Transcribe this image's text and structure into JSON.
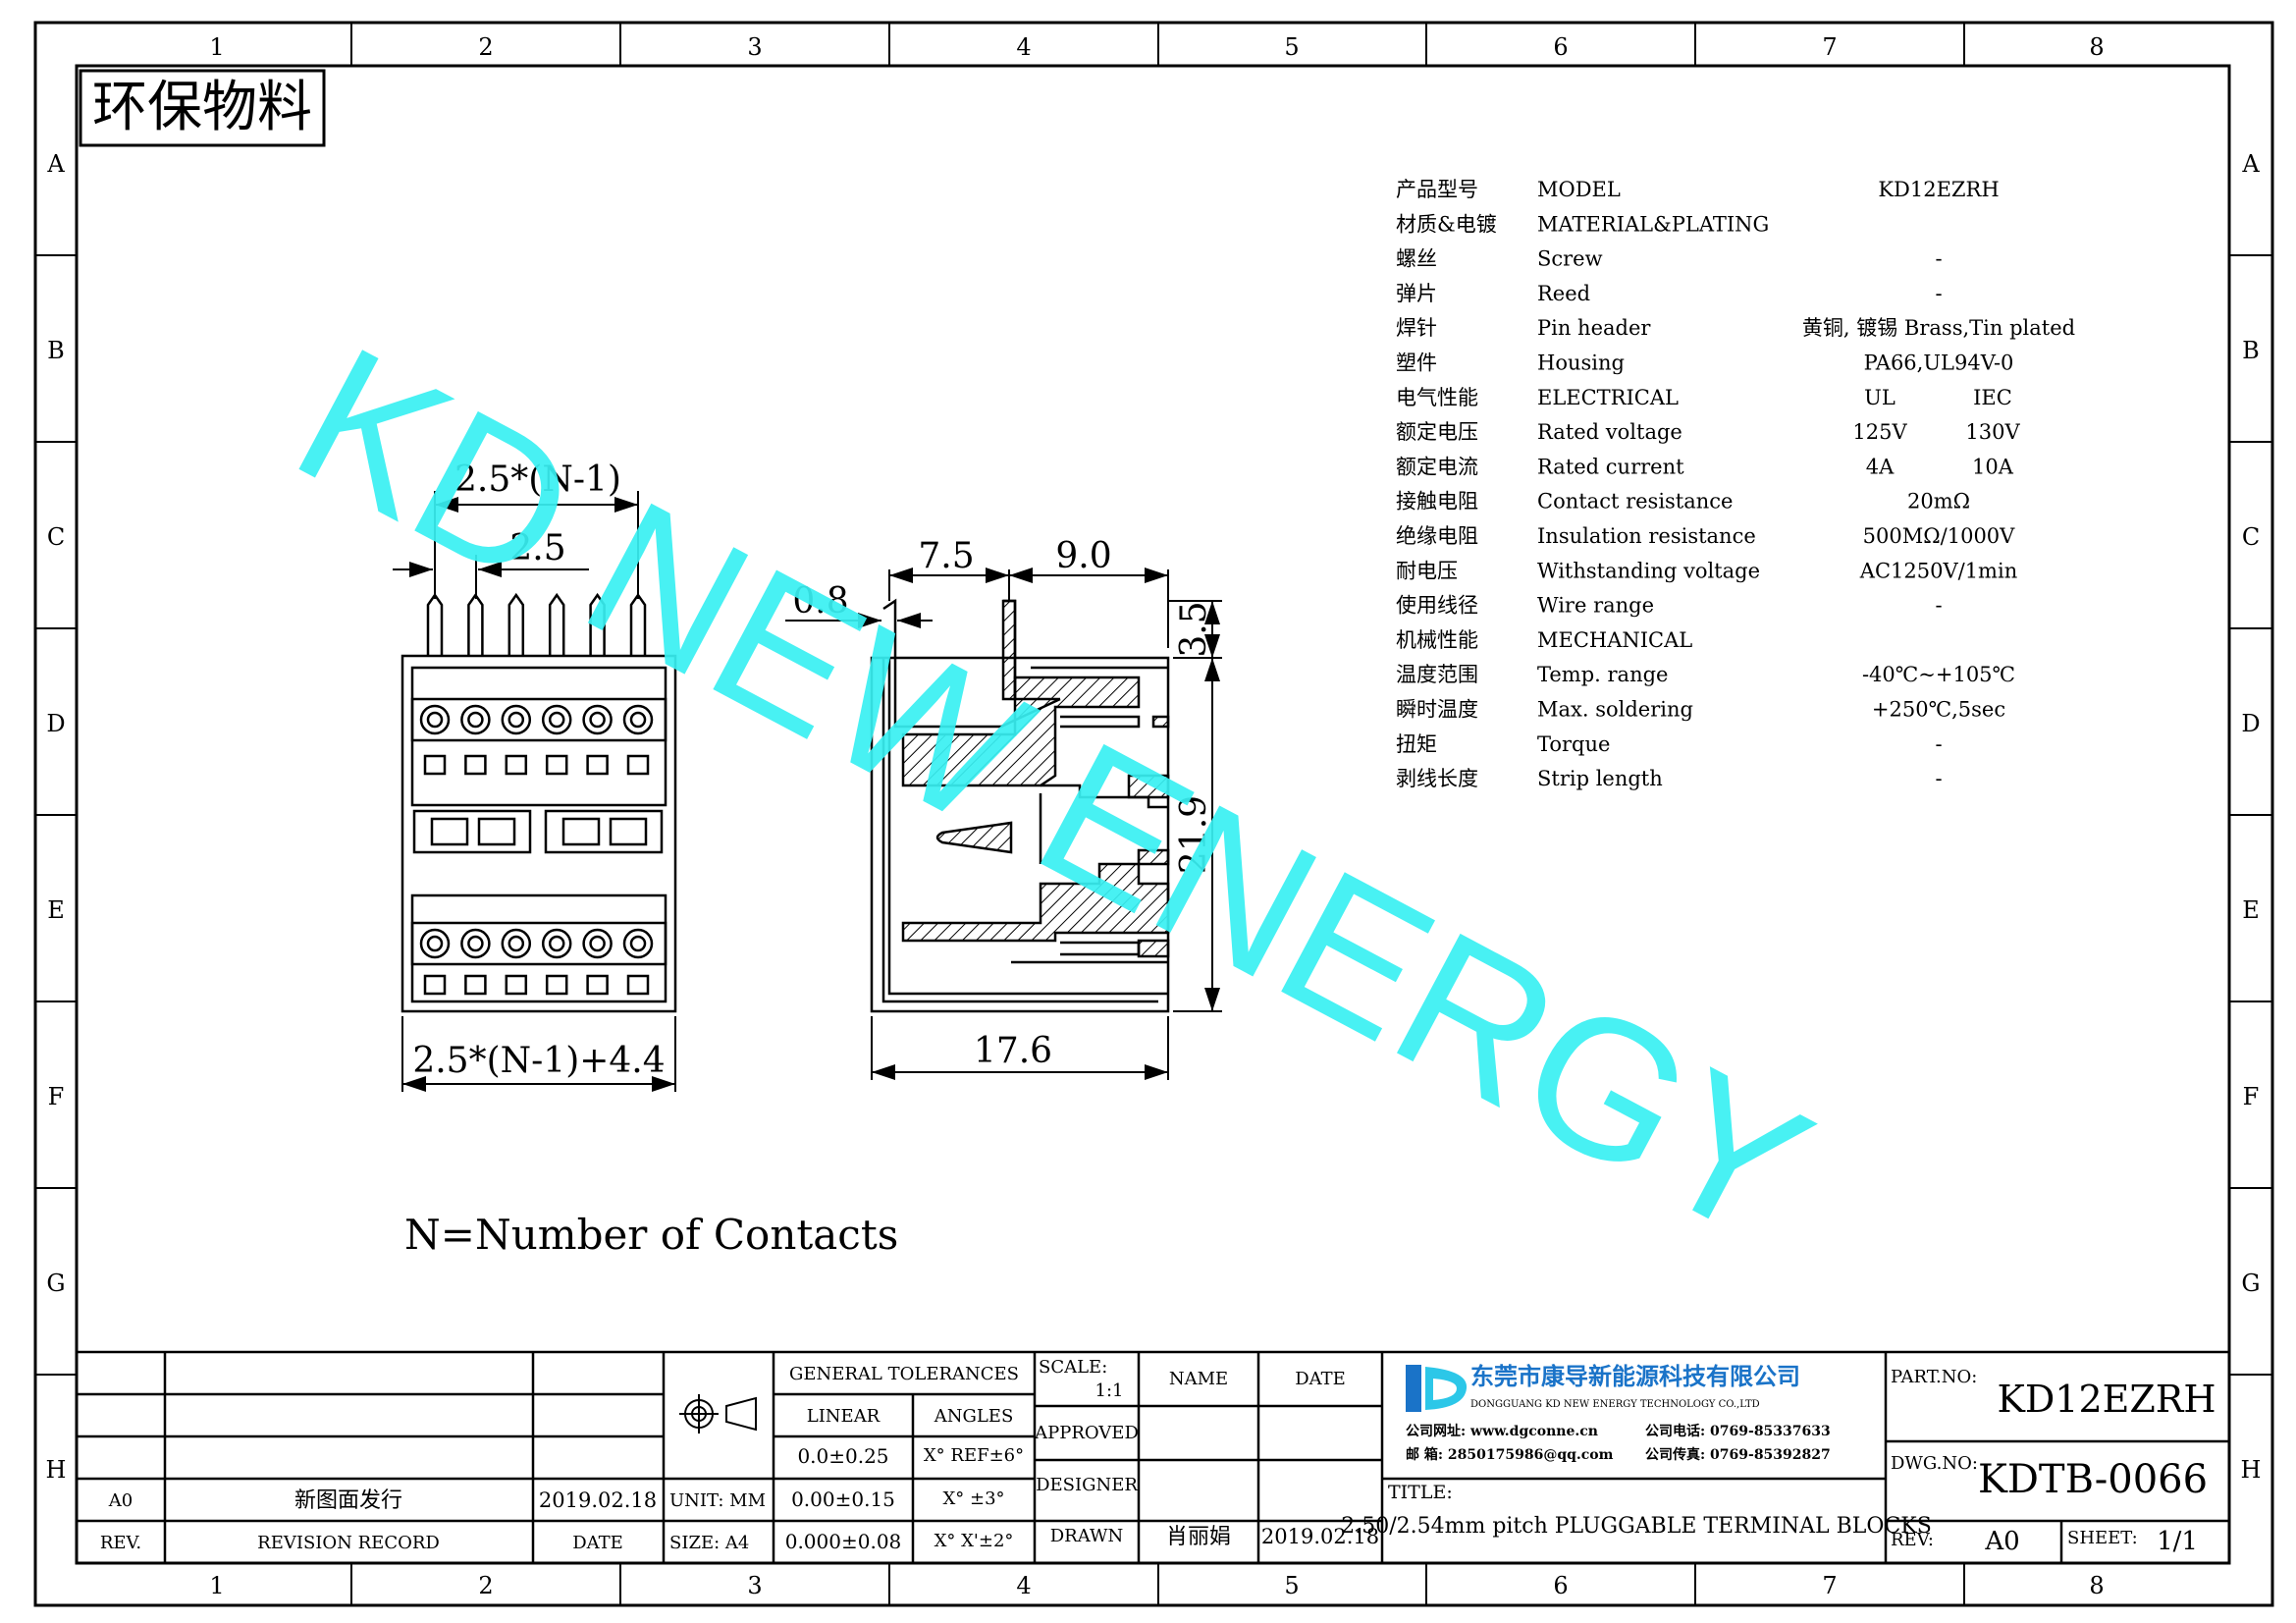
{
  "eco_label": "环保物料",
  "watermark": "KD NEW ENERGY",
  "border": {
    "cols": [
      "1",
      "2",
      "3",
      "4",
      "5",
      "6",
      "7",
      "8"
    ],
    "rows": [
      "A",
      "B",
      "C",
      "D",
      "E",
      "F",
      "G",
      "H"
    ]
  },
  "spec": {
    "model_value": "KD12EZRH",
    "rows": [
      {
        "cn": "产品型号",
        "en": "MODEL",
        "v1": "KD12EZRH",
        "v2": ""
      },
      {
        "cn": "材质&电镀",
        "en": "MATERIAL&PLATING",
        "v1": "",
        "v2": ""
      },
      {
        "cn": "螺丝",
        "en": "Screw",
        "v1": "-",
        "v2": ""
      },
      {
        "cn": "弹片",
        "en": "Reed",
        "v1": "-",
        "v2": ""
      },
      {
        "cn": "焊针",
        "en": "Pin header",
        "v1": "黄铜, 镀锡 Brass,Tin plated",
        "v2": ""
      },
      {
        "cn": "塑件",
        "en": "Housing",
        "v1": "PA66,UL94V-0",
        "v2": ""
      },
      {
        "cn": "电气性能",
        "en": "ELECTRICAL",
        "v1": "UL",
        "v2": "IEC"
      },
      {
        "cn": "额定电压",
        "en": "Rated voltage",
        "v1": "125V",
        "v2": "130V"
      },
      {
        "cn": "额定电流",
        "en": "Rated current",
        "v1": "4A",
        "v2": "10A"
      },
      {
        "cn": "接触电阻",
        "en": "Contact resistance",
        "v1": "20mΩ",
        "v2": ""
      },
      {
        "cn": "绝缘电阻",
        "en": "Insulation resistance",
        "v1": "500MΩ/1000V",
        "v2": ""
      },
      {
        "cn": "耐电压",
        "en": "Withstanding voltage",
        "v1": "AC1250V/1min",
        "v2": ""
      },
      {
        "cn": "使用线径",
        "en": "Wire range",
        "v1": "-",
        "v2": ""
      },
      {
        "cn": "机械性能",
        "en": "MECHANICAL",
        "v1": "",
        "v2": ""
      },
      {
        "cn": "温度范围",
        "en": "Temp. range",
        "v1": "-40℃~+105℃",
        "v2": ""
      },
      {
        "cn": "瞬时温度",
        "en": "Max. soldering",
        "v1": "+250℃,5sec",
        "v2": ""
      },
      {
        "cn": "扭矩",
        "en": "Torque",
        "v1": "-",
        "v2": ""
      },
      {
        "cn": "剥线长度",
        "en": "Strip length",
        "v1": "-",
        "v2": ""
      }
    ]
  },
  "dims": {
    "pitch_span": "2.5*(N-1)",
    "pitch": "2.5",
    "body_width": "2.5*(N-1)+4.4",
    "pin_width": "0.8",
    "side_a": "7.5",
    "side_b": "9.0",
    "pin_height": "3.5",
    "body_height": "21.9",
    "depth": "17.6"
  },
  "note": "N=Number of Contacts",
  "title_block": {
    "general_tolerances": "GENERAL TOLERANCES",
    "linear": "LINEAR",
    "angles": "ANGLES",
    "lin1": "0.0±0.25",
    "lin2": "0.00±0.15",
    "lin3": "0.000±0.08",
    "ang1": "X° REF±6°",
    "ang2": "X° ±3°",
    "ang3": "X° X'±2°",
    "unit": "UNIT: MM",
    "size": "SIZE: A4",
    "scale_label": "SCALE:",
    "scale_value": "1:1",
    "approved": "APPROVED",
    "designer": "DESIGNER",
    "drawn": "DRAWN",
    "name_hdr": "NAME",
    "date_hdr": "DATE",
    "drawn_name": "肖丽娟",
    "drawn_date": "2019.02.18",
    "rev_row_rev": "A0",
    "rev_row_desc": "新图面发行",
    "rev_row_date": "2019.02.18",
    "rev_hdr": "REV.",
    "revision_record": "REVISION RECORD",
    "date_col": "DATE",
    "company_cn": "东莞市康导新能源科技有限公司",
    "company_en": "DONGGUANG KD NEW ENERGY TECHNOLOGY CO.,LTD",
    "website": "公司网址: www.dgconne.cn",
    "phone": "公司电话: 0769-85337633",
    "email": "邮   箱: 2850175986@qq.com",
    "fax": "公司传真: 0769-85392827",
    "title_label": "TITLE:",
    "title": "2.50/2.54mm pitch PLUGGABLE TERMINAL BLOCKS",
    "part_no_label": "PART.NO:",
    "part_no": "KD12EZRH",
    "dwg_no_label": "DWG.NO:",
    "dwg_no": "KDTB-0066",
    "rev_label": "REV:",
    "rev": "A0",
    "sheet_label": "SHEET:",
    "sheet": "1/1"
  },
  "colors": {
    "watermark": "#38f0f2",
    "line": "#000000",
    "logo_blue": "#1a73c8",
    "logo_cyan": "#2cc7e8"
  }
}
